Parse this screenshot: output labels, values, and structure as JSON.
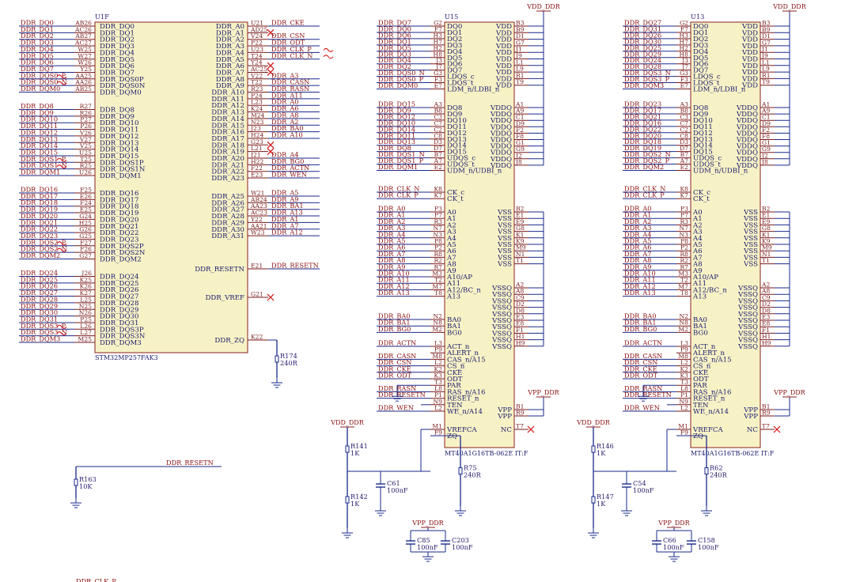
{
  "left_nets": [
    "DDR_DQ0",
    "DDR_DQ1",
    "DDR_DQ2",
    "DDR_DQ3",
    "DDR_DQ4",
    "DDR_DQ5",
    "DDR_DQ6",
    "DDR_DQ7",
    "DDR_DQS0_P",
    "DDR_DQS0_N",
    "DDR_DQM0",
    "DDR_DQ8",
    "DDR_DQ9",
    "DDR_DQ10",
    "DDR_DQ11",
    "DDR_DQ12",
    "DDR_DQ13",
    "DDR_DQ14",
    "DDR_DQ15",
    "DDR_DQS1_P",
    "DDR_DQS1_N",
    "DDR_DQM1",
    "DDR_DQ16",
    "DDR_DQ17",
    "DDR_DQ18",
    "DDR_DQ19",
    "DDR_DQ20",
    "DDR_DQ21",
    "DDR_DQ22",
    "DDR_DQ23",
    "DDR_DQS2_P",
    "DDR_DQS2_N",
    "DDR_DQM2",
    "DDR_DQ24",
    "DDR_DQ25",
    "DDR_DQ26",
    "DDR_DQ27",
    "DDR_DQ28",
    "DDR_DQ29",
    "DDR_DQ30",
    "DDR_DQ31",
    "DDR_DQS3_P",
    "DDR_DQS3_N",
    "DDR_DQM3"
  ],
  "u1f": {
    "refdes": "U1F",
    "part": "STM32MP257FAK3",
    "left_pins": [
      [
        "AB26",
        "DDR_DQ0"
      ],
      [
        "AC26",
        "DDR_DQ1"
      ],
      [
        "AB27",
        "DDR_DQ2"
      ],
      [
        "AC27",
        "DDR_DQ3"
      ],
      [
        "W25",
        "DDR_DQ4"
      ],
      [
        "W27",
        "DDR_DQ5"
      ],
      [
        "W26",
        "DDR_DQ6"
      ],
      [
        "Y25",
        "DDR_DQ7"
      ],
      [
        "AA25",
        "DDR_DQS0P"
      ],
      [
        "AA26",
        "DDR_DQS0N"
      ],
      [
        "AB25",
        "DDR_DQM0"
      ],
      [
        "R27",
        "DDR_DQ8"
      ],
      [
        "R26",
        "DDR_DQ9"
      ],
      [
        "P27",
        "DDR_DQ10"
      ],
      [
        "P26",
        "DDR_DQ11"
      ],
      [
        "V26",
        "DDR_DQ12"
      ],
      [
        "V27",
        "DDR_DQ13"
      ],
      [
        "V25",
        "DDR_DQ14"
      ],
      [
        "U25",
        "DDR_DQ15"
      ],
      [
        "T25",
        "DDR_DQS1P"
      ],
      [
        "R25",
        "DDR_DQS1N"
      ],
      [
        "U26",
        "DDR_DQM1"
      ],
      [
        "F25",
        "DDR_DQ16"
      ],
      [
        "E26",
        "DDR_DQ17"
      ],
      [
        "F24",
        "DDR_DQ18"
      ],
      [
        "E25",
        "DDR_DQ19"
      ],
      [
        "G24",
        "DDR_DQ20"
      ],
      [
        "H25",
        "DDR_DQ21"
      ],
      [
        "G26",
        "DDR_DQ22"
      ],
      [
        "G25",
        "DDR_DQ23"
      ],
      [
        "F27",
        "DDR_DQS2P"
      ],
      [
        "F26",
        "DDR_DQS2N"
      ],
      [
        "G27",
        "DDR_DQM2"
      ],
      [
        "J26",
        "DDR_DQ24"
      ],
      [
        "K25",
        "DDR_DQ25"
      ],
      [
        "K26",
        "DDR_DQ26"
      ],
      [
        "K27",
        "DDR_DQ27"
      ],
      [
        "L25",
        "DDR_DQ28"
      ],
      [
        "N25",
        "DDR_DQ29"
      ],
      [
        "N26",
        "DDR_DQ30"
      ],
      [
        "P25",
        "DDR_DQ31"
      ],
      [
        "L26",
        "DDR_DQS3P"
      ],
      [
        "L27",
        "DDR_DQS3N"
      ],
      [
        "M25",
        "DDR_DQM3"
      ]
    ],
    "right_pins": [
      [
        "U21",
        "DDR_A0",
        "DDR_CKE"
      ],
      [
        "AD25",
        "DDR_A1",
        ""
      ],
      [
        "V24",
        "DDR_A2",
        "DDR_CSN"
      ],
      [
        "P22",
        "DDR_A3",
        "DDR_ODT"
      ],
      [
        "U23",
        "DDR_A4",
        "DDR_CLK_P"
      ],
      [
        "T24",
        "DDR_A5",
        "DDR_CLK_N"
      ],
      [
        "Y24",
        "DDR_A6",
        ""
      ],
      [
        "AC25",
        "DDR_A7",
        ""
      ],
      [
        "V22",
        "DDR_A8",
        "DDR_A3"
      ],
      [
        "T22",
        "DDR_A9",
        "DDR_CASN"
      ],
      [
        "R23",
        "DDR_A10",
        "DDR_RASN"
      ],
      [
        "P24",
        "DDR_A11",
        "DDR_A11"
      ],
      [
        "L23",
        "DDR_A12",
        "DDR_A0"
      ],
      [
        "K24",
        "DDR_A13",
        "DDR_A6"
      ],
      [
        "M24",
        "DDR_A14",
        "DDR_A8"
      ],
      [
        "N23",
        "DDR_A15",
        "DDR_A2"
      ],
      [
        "J23",
        "DDR_A16",
        "DDR_BA0"
      ],
      [
        "H24",
        "DDR_A17",
        "DDR_A10"
      ],
      [
        "G23",
        "DDR_A18",
        ""
      ],
      [
        "L21",
        "DDR_A19",
        ""
      ],
      [
        "J21",
        "DDR_A20",
        "DDR_A4"
      ],
      [
        "H22",
        "DDR_A21",
        "DDR_BG0"
      ],
      [
        "F22",
        "DDR_A22",
        "DDR_ACTN"
      ],
      [
        "E23",
        "DDR_A23",
        "DDR_WEN"
      ],
      [
        "W21",
        "DDR_A25",
        "DDR_A5"
      ],
      [
        "AB24",
        "DDR_A26",
        "DDR_A9"
      ],
      [
        "AA23",
        "DDR_A27",
        "DDR_BA1"
      ],
      [
        "AC23",
        "DDR_A28",
        "DDR_A13"
      ],
      [
        "Y22",
        "DDR_A29",
        "DDR_A1"
      ],
      [
        "AA21",
        "DDR_A30",
        "DDR_A7"
      ],
      [
        "W23",
        "DDR_A31",
        "DDR_A12"
      ]
    ],
    "extra_pins": [
      [
        "E21",
        "DDR_RESETN",
        "DDR_RESETN"
      ],
      [
        "G21",
        "DDR_VREF",
        ""
      ],
      [
        "K22",
        "DDR_ZQ",
        ""
      ]
    ],
    "r174": [
      "R174",
      "240R"
    ],
    "r163": [
      "R163",
      "10K"
    ],
    "resetn_net": "DDR_RESETN",
    "clk_net_bottom": "DDR_CLK_P"
  },
  "dram_common": {
    "part": "MT40A1G16TB-062E IT:F",
    "right_top": [
      [
        "B3",
        "VDD"
      ],
      [
        "B9",
        "VDD"
      ],
      [
        "D1",
        "VDD"
      ],
      [
        "G7",
        "VDD"
      ],
      [
        "J1",
        "VDD"
      ],
      [
        "J9",
        "VDD"
      ],
      [
        "L1",
        "VDD"
      ],
      [
        "L9",
        "VDD"
      ],
      [
        "R1",
        "VDD"
      ],
      [
        "T9",
        "VDD"
      ]
    ],
    "right_mid": [
      [
        "A1",
        "VDDQ"
      ],
      [
        "A9",
        "VDDQ"
      ],
      [
        "C1",
        "VDDQ"
      ],
      [
        "D9",
        "VDDQ"
      ],
      [
        "F2",
        "VDDQ"
      ],
      [
        "F8",
        "VDDQ"
      ],
      [
        "G1",
        "VDDQ"
      ],
      [
        "G9",
        "VDDQ"
      ],
      [
        "J2",
        "VDDQ"
      ],
      [
        "J8",
        "VDDQ"
      ]
    ],
    "right_vss": [
      [
        "B2",
        "VSS"
      ],
      [
        "E1",
        "VSS"
      ],
      [
        "E9",
        "VSS"
      ],
      [
        "G8",
        "VSS"
      ],
      [
        "K1",
        "VSS"
      ],
      [
        "K9",
        "VSS"
      ],
      [
        "M9",
        "VSS"
      ],
      [
        "N1",
        "VSS"
      ],
      [
        "T1",
        "VSS"
      ]
    ],
    "right_vssq": [
      [
        "A2",
        "VSSQ"
      ],
      [
        "A8",
        "VSSQ"
      ],
      [
        "C9",
        "VSSQ"
      ],
      [
        "D2",
        "VSSQ"
      ],
      [
        "D8",
        "VSSQ"
      ],
      [
        "E3",
        "VSSQ"
      ],
      [
        "E8",
        "VSSQ"
      ],
      [
        "F1",
        "VSSQ"
      ],
      [
        "H1",
        "VSSQ"
      ],
      [
        "H9",
        "VSSQ"
      ]
    ],
    "right_vpp": [
      [
        "B1",
        "VPP"
      ],
      [
        "R9",
        "VPP"
      ]
    ],
    "right_nc": [
      "T7",
      "NC"
    ],
    "left_data_pins": [
      "DQ0",
      "DQ1",
      "DQ2",
      "DQ3",
      "DQ4",
      "DQ5",
      "DQ6",
      "DQ7",
      "LDQS_c",
      "LDQS_t",
      "LDM_n/LDBI_n"
    ],
    "left_data_pins2": [
      "DQ8",
      "DQ9",
      "DQ10",
      "DQ11",
      "DQ12",
      "DQ13",
      "DQ14",
      "DQ15",
      "UDQS_c",
      "UDQS_t",
      "UDM_n/UDBI_n"
    ],
    "left_data_nums": [
      "G2",
      "F7",
      "H3",
      "H7",
      "H2",
      "H8",
      "J3",
      "J7",
      "G3",
      "F3",
      "E7"
    ],
    "left_data_nums2": [
      "A3",
      "B8",
      "C3",
      "C7",
      "C2",
      "C8",
      "D3",
      "D7",
      "B7",
      "A7",
      "E2"
    ],
    "clk_pins": [
      [
        "K8",
        "CK_c"
      ],
      [
        "K7",
        "CK_t"
      ]
    ],
    "addr_pins": [
      [
        "P3",
        "A0"
      ],
      [
        "P7",
        "A1"
      ],
      [
        "R3",
        "A2"
      ],
      [
        "N7",
        "A3"
      ],
      [
        "N3",
        "A4"
      ],
      [
        "P8",
        "A5"
      ],
      [
        "P2",
        "A6"
      ],
      [
        "R8",
        "A7"
      ],
      [
        "R2",
        "A8"
      ],
      [
        "R7",
        "A9"
      ],
      [
        "M3",
        "A10/AP"
      ],
      [
        "T2",
        "A11"
      ],
      [
        "M7",
        "A12/BC_n"
      ],
      [
        "T8",
        "A13"
      ]
    ],
    "ba_pins": [
      [
        "N2",
        "BA0"
      ],
      [
        "N8",
        "BA1"
      ],
      [
        "M2",
        "BG0"
      ]
    ],
    "ctrl_pins": [
      [
        "L3",
        "ACT_n"
      ],
      [
        "P9",
        "ALERT_n"
      ],
      [
        "M8",
        "CAS_n/A15"
      ],
      [
        "L2",
        "CS_n"
      ],
      [
        "K2",
        "CKE"
      ],
      [
        "K3",
        "ODT"
      ],
      [
        "T3",
        "PAR"
      ],
      [
        "L8",
        "RAS_n/A16"
      ],
      [
        "P1",
        "RESET_n"
      ],
      [
        "N9",
        "TEN"
      ],
      [
        "L2",
        "WE_n/A14"
      ]
    ],
    "bot_pins": [
      [
        "M1",
        "VREFCA"
      ],
      [
        "F9",
        "ZQ"
      ]
    ],
    "clk_nets": [
      "DDR_CLK_N",
      "DDR_CLK_P"
    ],
    "addr_nets": [
      "DDR_A0",
      "DDR_A1",
      "DDR_A2",
      "DDR_A3",
      "DDR_A4",
      "DDR_A5",
      "DDR_A6",
      "DDR_A7",
      "DDR_A8",
      "DDR_A9",
      "DDR_A10",
      "DDR_A11",
      "DDR_A12",
      "DDR_A13"
    ],
    "ba_nets": [
      "DDR_BA0",
      "DDR_BA1",
      "DDR_BG0"
    ],
    "ctrl_nets": [
      "DDR_ACTN",
      "",
      "DDR_CASN",
      "DDR_CSN",
      "DDR_CKE",
      "DDR_ODT",
      "",
      "DDR_RASN",
      "DDR_RESETN",
      "",
      "DDR_WEN"
    ],
    "vdd_label": "VDD_DDR",
    "vpp_label": "VPP_DDR"
  },
  "u15": {
    "refdes": "U15",
    "data_nets": [
      "DDR_DQ7",
      "DDR_DQ0",
      "DDR_DQ6",
      "DDR_DQ1",
      "DDR_DQ5",
      "DDR_DQ3",
      "DDR_DQ4",
      "DDR_DQ2",
      "DDR_DQS0_N",
      "DDR_DQS0_P",
      "DDR_DQM0"
    ],
    "data_nets2": [
      "DDR_DQ15",
      "DDR_DQ9",
      "DDR_DQ12",
      "DDR_DQ10",
      "DDR_DQ14",
      "DDR_DQ11",
      "DDR_DQ13",
      "DDR_DQ8",
      "DDR_DQS1_N",
      "DDR_DQS1_P",
      "DDR_DQM1"
    ],
    "r_top": [
      "R141",
      "1K"
    ],
    "r_bot": [
      "R142",
      "1K"
    ],
    "c": [
      "C61",
      "100nF"
    ],
    "r_zq": [
      "R75",
      "240R"
    ],
    "c_a": [
      "C85",
      "100nF"
    ],
    "c_b": [
      "C203",
      "100nF"
    ]
  },
  "u13": {
    "refdes": "U13",
    "data_nets": [
      "DDR_DQ27",
      "DDR_DQ31",
      "DDR_DQ26",
      "DDR_DQ30",
      "DDR_DQ25",
      "DDR_DQ29",
      "DDR_DQ24",
      "DDR_DQ28",
      "DDR_DQS3_N",
      "DDR_DQS3_P",
      "DDR_DQM3"
    ],
    "data_nets2": [
      "DDR_DQ23",
      "DDR_DQ17",
      "DDR_DQ21",
      "DDR_DQ16",
      "DDR_DQ22",
      "DDR_DQ20",
      "DDR_DQ18",
      "DDR_DQ19",
      "DDR_DQS2_N",
      "DDR_DQS2_P",
      "DDR_DQM2"
    ],
    "r_top": [
      "R146",
      "1K"
    ],
    "r_bot": [
      "R147",
      "1K"
    ],
    "c": [
      "C54",
      "100nF"
    ],
    "r_zq": [
      "R62",
      "240R"
    ],
    "c_a": [
      "C66",
      "100nF"
    ],
    "c_b": [
      "C158",
      "100nF"
    ]
  }
}
